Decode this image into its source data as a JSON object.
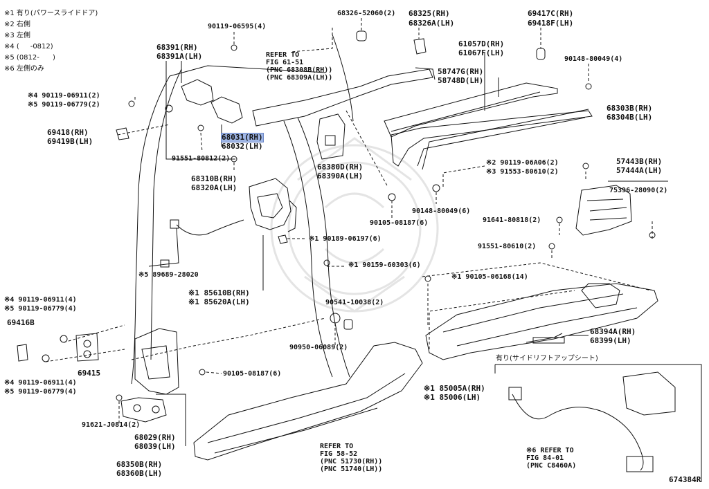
{
  "legend": [
    "※1 有り(パワースライドドア)",
    "※2 右側",
    "※3 左側",
    "※4 (     -0812)",
    "※5 (0812-      )",
    "※6 左側のみ"
  ],
  "labels": {
    "p90119_06595": "90119-06595(4)",
    "p68391": "68391(RH)",
    "p68391a": "68391A(LH)",
    "refer_6151": "REFER TO\nFIG 61-51\n(PNC 68308B(RH))\n(PNC 68309A(LH))",
    "p68326": "68326-52060(2)",
    "p68325": "68325(RH)",
    "p68326a": "68326A(LH)",
    "p69417c": "69417C(RH)",
    "p69418f": "69418F(LH)",
    "p61057d": "61057D(RH)",
    "p61067f": "61067F(LH)",
    "p58747g": "58747G(RH)",
    "p58748d": "58748D(LH)",
    "p90148_80049a": "90148-80049(4)",
    "p90119_06911a": "※4 90119-06911(2)",
    "p90119_06779a": "※5 90119-06779(2)",
    "p69418": "69418(RH)",
    "p69419b": "69419B(LH)",
    "p68031": "68031(RH)",
    "p68032": "68032(LH)",
    "p68303b": "68303B(RH)",
    "p68304b": "68304B(LH)",
    "p91551_80812": "91551-80812(2)",
    "p68380d": "68380D(RH)",
    "p68390a": "68390A(LH)",
    "p68310b": "68310B(RH)",
    "p68320a": "68320A(LH)",
    "p90119_06a06": "※2 90119-06A06(2)",
    "p91553_80610": "※3 91553-80610(2)",
    "p57443b": "57443B(RH)",
    "p57444a": "57444A(LH)",
    "p75396": "75396-28090(2)",
    "p90148_80049b": "90148-80049(6)",
    "p90105_08187a": "90105-08187(6)",
    "p91641_80818": "91641-80818(2)",
    "p90189_06197": "※1 90189-06197(6)",
    "p91551_80610": "91551-80610(2)",
    "p89689_28020": "※5 89689-28020",
    "p90159_60303": "※1 90159-60303(6)",
    "p90105_06168": "※1 90105-06168(14)",
    "p85610b": "※1 85610B(RH)",
    "p85620a": "※1 85620A(LH)",
    "p90119_06911b": "※4 90119-06911(4)",
    "p90119_06779b": "※5 90119-06779(4)",
    "p90541": "90541-10038(2)",
    "p69416b": "69416B",
    "p90950": "90950-06089(2)",
    "p68394a": "68394A(RH)",
    "p68399": "68399(LH)",
    "p69415": "69415",
    "p90105_08187b": "90105-08187(6)",
    "p90119_06911c": "※4 90119-06911(4)",
    "p90119_06779c": "※5 90119-06779(4)",
    "p85005a": "※1 85005A(RH)",
    "p85006": "※1 85006(LH)",
    "side_lift": "有り(サイドリフトアップシート)",
    "p91621": "91621-J0814(2)",
    "p68029": "68029(RH)",
    "p68039": "68039(LH)",
    "refer_5852": "REFER TO\nFIG 58-52\n(PNC 51730(RH))\n(PNC 51740(LH))",
    "refer_8401": "※6 REFER TO\nFIG 84-01\n(PNC C8460A)",
    "p68350b": "68350B(RH)",
    "p68360b": "68360B(LH)",
    "fig_id": "674384R"
  },
  "colors": {
    "line": "#111111",
    "highlight": "#9fb6e6",
    "watermark": "#e6e6e6"
  }
}
